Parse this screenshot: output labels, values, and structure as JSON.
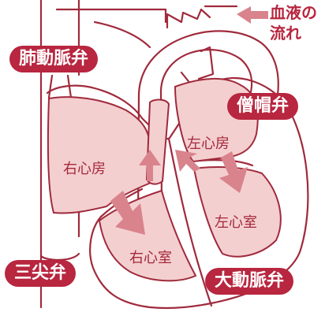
{
  "legend": {
    "line1": "血液の",
    "line2": "流れ"
  },
  "valves": {
    "pulmonary": "肺動脈弁",
    "mitral": "僧帽弁",
    "tricuspid": "三尖弁",
    "aortic": "大動脈弁"
  },
  "chambers": {
    "right_atrium": "右心房",
    "left_atrium": "左心房",
    "left_ventricle": "左心室",
    "right_ventricle": "右心室"
  },
  "colors": {
    "outline": "#a02a3c",
    "chamber_fill": "#f4cfd0",
    "arrow": "#d9838d",
    "tag_bg": "#b8263f"
  }
}
